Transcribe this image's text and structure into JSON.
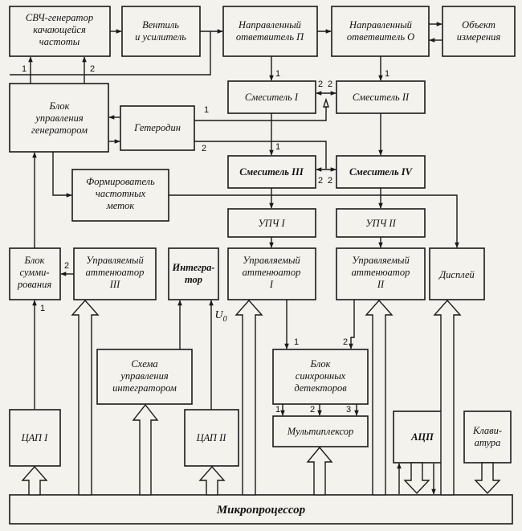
{
  "blocks": {
    "svch_generator": [
      "СВЧ-генератор",
      "качающейся",
      "частоты"
    ],
    "ventil": [
      "Вентиль",
      "и усилитель"
    ],
    "coupler_p": [
      "Направленный",
      "ответвитель П"
    ],
    "coupler_o": [
      "Направленный",
      "ответвитель О"
    ],
    "object": [
      "Объект",
      "измерения"
    ],
    "gen_control": [
      "Блок",
      "управления",
      "генератором"
    ],
    "heterodyne": [
      "Гетеродин"
    ],
    "mixer1": [
      "Смеситель I"
    ],
    "mixer2": [
      "Смеситель II"
    ],
    "mixer3": [
      "Смеситель III"
    ],
    "mixer4": [
      "Смеситель IV"
    ],
    "marker_former": [
      "Формирователь",
      "частотных",
      "меток"
    ],
    "upch1": [
      "УПЧ I"
    ],
    "upch2": [
      "УПЧ II"
    ],
    "summator": [
      "Блок",
      "сумми-",
      "рования"
    ],
    "att3": [
      "Управляемый",
      "аттенюатор",
      "III"
    ],
    "integrator": [
      "Интегра-",
      "тор"
    ],
    "att1": [
      "Управляемый",
      "аттенюатор",
      "I"
    ],
    "att2": [
      "Управляемый",
      "аттенюатор",
      "II"
    ],
    "display": [
      "Дисплей"
    ],
    "int_control": [
      "Схема",
      "управления",
      "интегратором"
    ],
    "sync_det": [
      "Блок",
      "синхронных",
      "детекторов"
    ],
    "mux": [
      "Мультиплексор"
    ],
    "dac1": [
      "ЦАП I"
    ],
    "dac2": [
      "ЦАП II"
    ],
    "adc": [
      "АЦП"
    ],
    "keyboard": [
      "Клави-",
      "атура"
    ],
    "microprocessor": "Микропроцессор"
  },
  "ports": {
    "p0": "1",
    "p1": "2",
    "p2": "1",
    "p3": "1",
    "p4": "2",
    "p5": "2",
    "p6": "1",
    "p7": "2",
    "p8": "1",
    "p9": "2",
    "p10": "2",
    "p11": "2",
    "p12": "1",
    "p13": "1",
    "p14": "2",
    "p15": "1",
    "p16": "2",
    "p17": "3"
  },
  "u0": {
    "main": "U",
    "sub": "0"
  }
}
